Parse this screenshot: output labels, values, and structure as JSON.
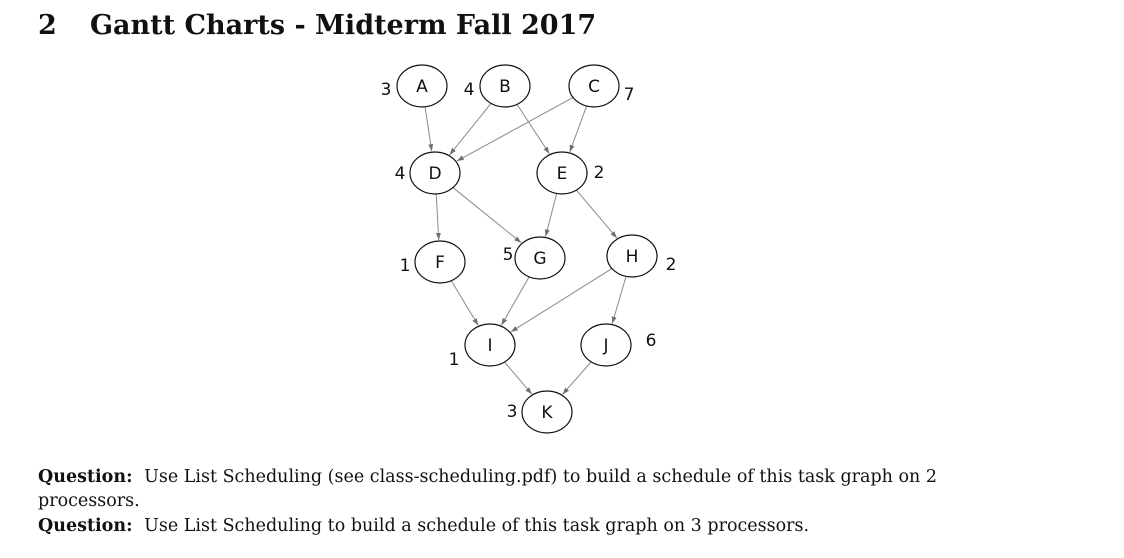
{
  "section": {
    "number": "2",
    "title": "Gantt Charts - Midterm Fall 2017"
  },
  "task_graph": {
    "nodes": [
      {
        "id": "A",
        "label": "A",
        "weight": "3"
      },
      {
        "id": "B",
        "label": "B",
        "weight": "4"
      },
      {
        "id": "C",
        "label": "C",
        "weight": "7"
      },
      {
        "id": "D",
        "label": "D",
        "weight": "4"
      },
      {
        "id": "E",
        "label": "E",
        "weight": "2"
      },
      {
        "id": "F",
        "label": "F",
        "weight": "1"
      },
      {
        "id": "G",
        "label": "G",
        "weight": "5"
      },
      {
        "id": "H",
        "label": "H",
        "weight": "2"
      },
      {
        "id": "I",
        "label": "I",
        "weight": "1"
      },
      {
        "id": "J",
        "label": "J",
        "weight": "6"
      },
      {
        "id": "K",
        "label": "K",
        "weight": "3"
      }
    ],
    "edges": [
      [
        "A",
        "D"
      ],
      [
        "B",
        "D"
      ],
      [
        "B",
        "E"
      ],
      [
        "C",
        "D"
      ],
      [
        "C",
        "E"
      ],
      [
        "D",
        "F"
      ],
      [
        "D",
        "G"
      ],
      [
        "E",
        "G"
      ],
      [
        "E",
        "H"
      ],
      [
        "F",
        "I"
      ],
      [
        "G",
        "I"
      ],
      [
        "H",
        "I"
      ],
      [
        "H",
        "J"
      ],
      [
        "I",
        "K"
      ],
      [
        "J",
        "K"
      ]
    ],
    "colors": {
      "edge": "#8a8a8a",
      "node_stroke": "#111111",
      "node_fill": "#ffffff"
    }
  },
  "questions": [
    {
      "label": "Question:",
      "text": "Use List Scheduling (see class-scheduling.pdf) to build a schedule of this task graph on 2 processors."
    },
    {
      "label": "Question:",
      "text": "Use List Scheduling to build a schedule of this task graph on 3 processors."
    }
  ]
}
